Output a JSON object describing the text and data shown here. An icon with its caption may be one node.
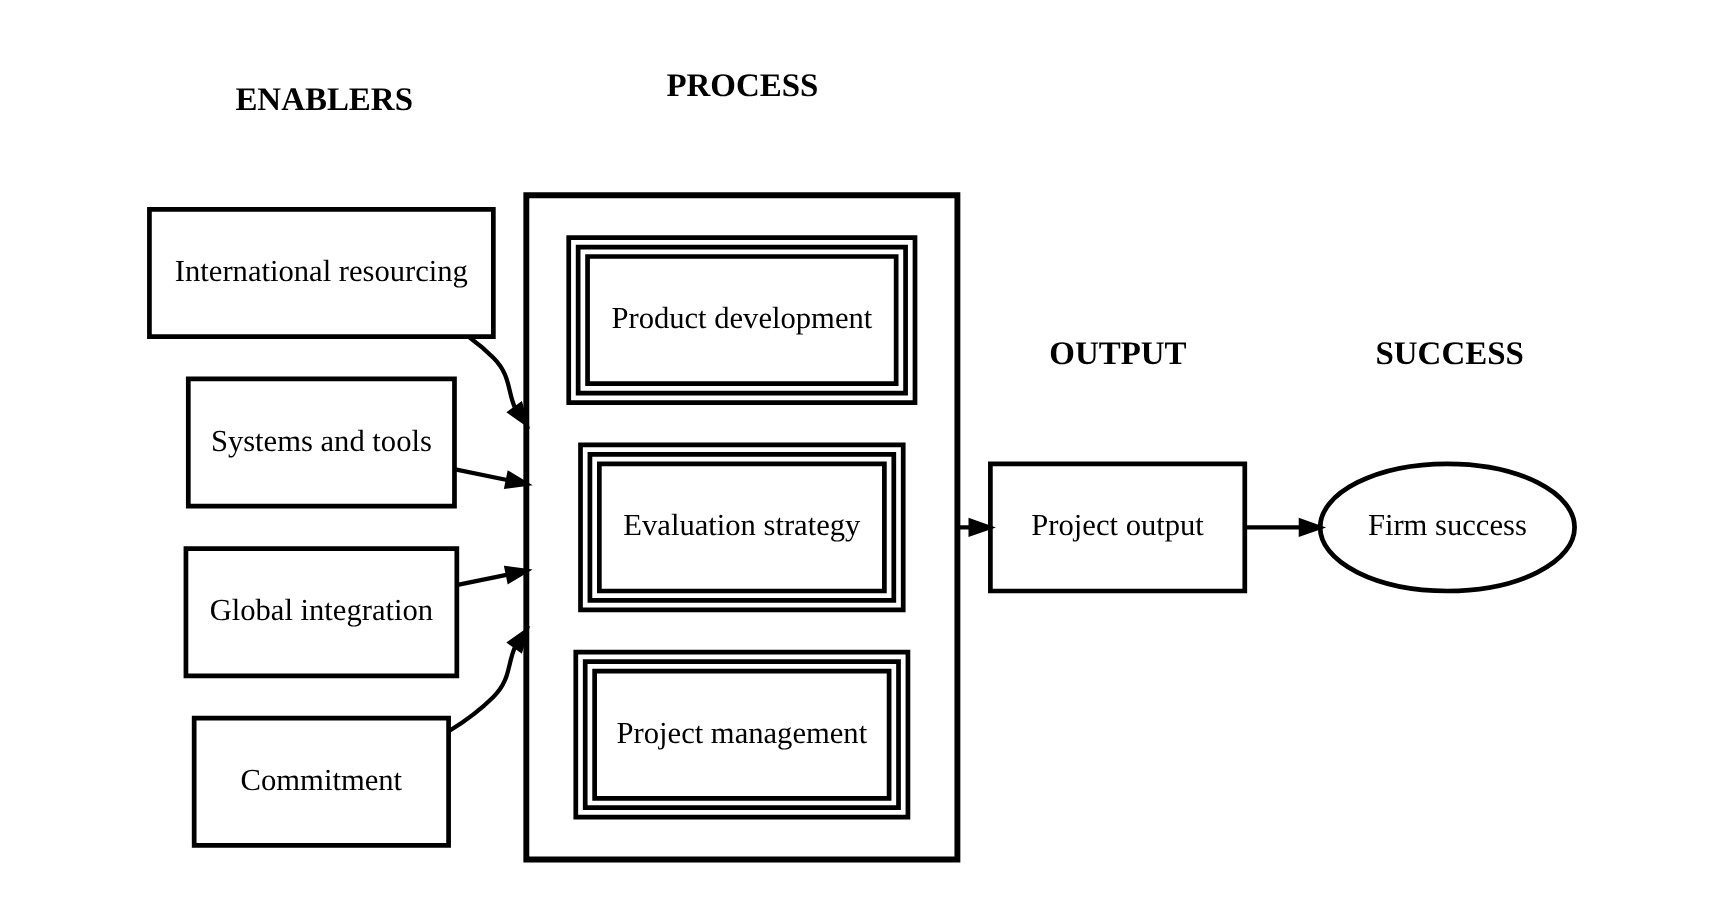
{
  "diagram": {
    "nodes": [
      {
        "text": [
          "International resourcing"
        ]
      },
      {
        "text": [
          "Systems and tools"
        ]
      },
      {
        "text": [
          "Global integration"
        ]
      },
      {
        "text": [
          "Commitment"
        ]
      },
      {
        "text": [],
        "shape": "box"
      },
      {
        "text": [
          "Product development"
        ],
        "in": 4
      },
      {
        "text": [
          "Evaluation strategy"
        ],
        "in": 4
      },
      {
        "text": [
          "Project management"
        ],
        "in": 4
      },
      {
        "text": [
          "Project output"
        ]
      },
      {
        "text": [
          "Firm success"
        ]
      }
    ],
    "edges": [
      {
        "from": 0,
        "to": 4,
        "arrow": "to"
      },
      {
        "from": 1,
        "to": 4,
        "arrow": "to"
      },
      {
        "from": 2,
        "to": 4,
        "arrow": "to"
      },
      {
        "from": 3,
        "to": 4,
        "arrow": "to"
      },
      {
        "from": 4,
        "to": 8,
        "arrow": "to"
      },
      {
        "from": 8,
        "to": 9,
        "arrow": "to"
      }
    ],
    "labels": [
      "ENABLERS",
      "PROCESS",
      "OUTPUT",
      "SUCCESS"
    ]
  }
}
